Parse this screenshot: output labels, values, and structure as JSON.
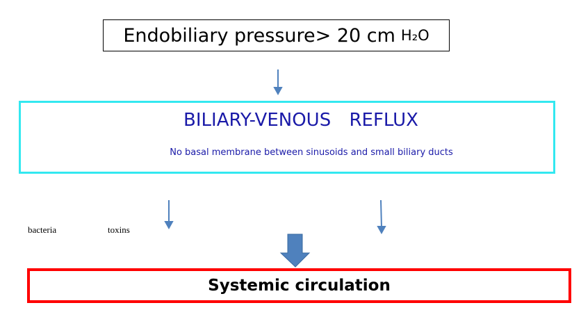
{
  "top_box": {
    "text": "Endobiliary pressure> 20 cm",
    "unit": "H₂O"
  },
  "reflux_box": {
    "title": "BILIARY-VENOUS REFLUX",
    "subtitle": "No basal membrane between sinusoids and small biliary ducts"
  },
  "labels": {
    "bacteria": "bacteria",
    "toxins": "toxins"
  },
  "bottom_box": {
    "text": "Systemic circulation"
  },
  "colors": {
    "arrow": "#4f81bd",
    "reflux_border": "#33e8f0",
    "reflux_text": "#1a1aa8",
    "bottom_border": "#ff0000"
  }
}
